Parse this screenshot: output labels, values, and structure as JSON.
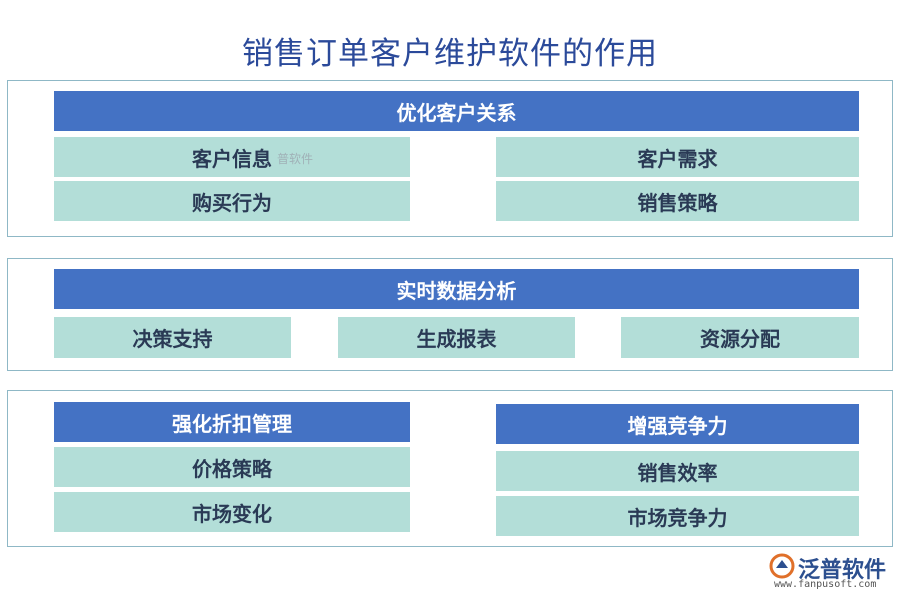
{
  "title": "销售订单客户维护软件的作用",
  "sections": [
    {
      "header": "优化客户关系",
      "items": [
        "客户信息",
        "客户需求",
        "购买行为",
        "销售策略"
      ]
    },
    {
      "header": "实时数据分析",
      "items": [
        "决策支持",
        "生成报表",
        "资源分配"
      ]
    },
    {
      "groups": [
        {
          "header": "强化折扣管理",
          "items": [
            "价格策略",
            "市场变化"
          ]
        },
        {
          "header": "增强竞争力",
          "items": [
            "销售效率",
            "市场竞争力"
          ]
        }
      ]
    }
  ],
  "watermark": "普软件",
  "logo": {
    "name": "泛普软件",
    "url": "www.fanpusoft.com"
  },
  "colors": {
    "header": "#4472c4",
    "cell": "#b3ded8",
    "title": "#2b4a9a",
    "border": "#8fb8c6"
  }
}
